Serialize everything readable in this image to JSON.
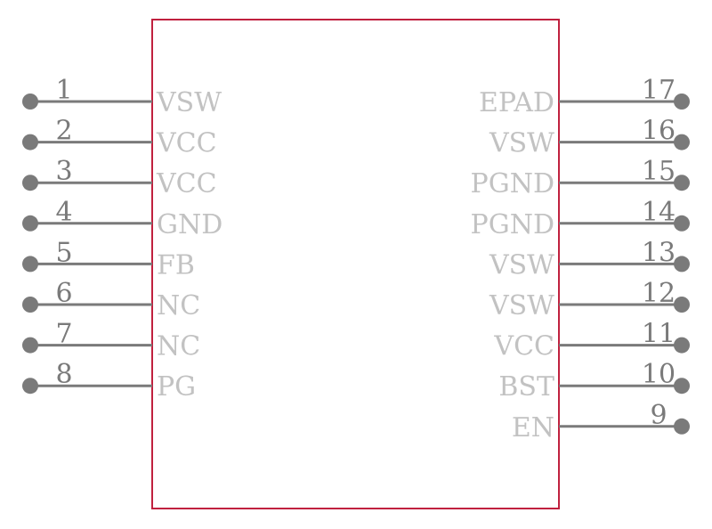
{
  "component": {
    "outline_color": "#c0213f",
    "pin_color": "#7a7a7a",
    "label_color": "#c2c2c2"
  },
  "left_pins": [
    {
      "number": "1",
      "name": "VSW"
    },
    {
      "number": "2",
      "name": "VCC"
    },
    {
      "number": "3",
      "name": "VCC"
    },
    {
      "number": "4",
      "name": "GND"
    },
    {
      "number": "5",
      "name": "FB"
    },
    {
      "number": "6",
      "name": "NC"
    },
    {
      "number": "7",
      "name": "NC"
    },
    {
      "number": "8",
      "name": "PG"
    }
  ],
  "right_pins": [
    {
      "number": "17",
      "name": "EPAD"
    },
    {
      "number": "16",
      "name": "VSW"
    },
    {
      "number": "15",
      "name": "PGND"
    },
    {
      "number": "14",
      "name": "PGND"
    },
    {
      "number": "13",
      "name": "VSW"
    },
    {
      "number": "12",
      "name": "VSW"
    },
    {
      "number": "11",
      "name": "VCC"
    },
    {
      "number": "10",
      "name": "BST"
    },
    {
      "number": "9",
      "name": "EN"
    }
  ]
}
